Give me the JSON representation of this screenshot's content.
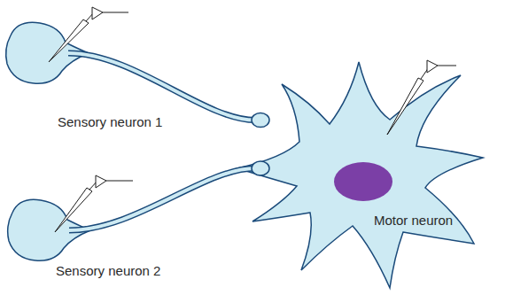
{
  "diagram": {
    "nodes": [
      {
        "text": [
          "Sensory neuron 1"
        ]
      },
      {
        "text": [
          "Sensory neuron 2"
        ]
      },
      {
        "text": [
          "Motor neuron"
        ]
      }
    ],
    "edges": [
      {
        "from": 0,
        "to": 2,
        "arrow": "none"
      },
      {
        "from": 1,
        "to": 2,
        "arrow": "none"
      }
    ]
  }
}
